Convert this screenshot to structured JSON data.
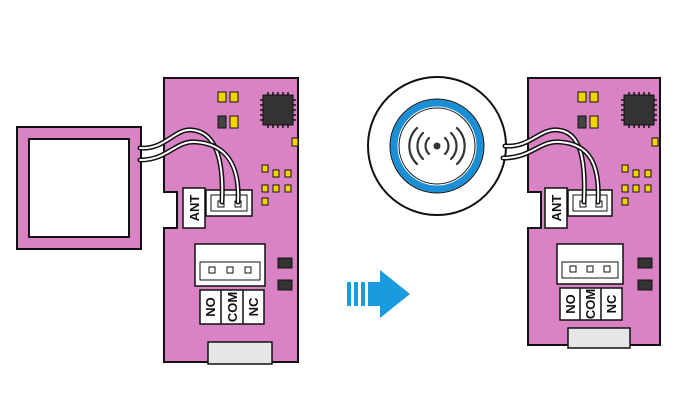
{
  "labels": {
    "ant_left": "ANT",
    "no_left": "NO",
    "com_left": "COM",
    "nc_left": "NC",
    "ant_right": "ANT",
    "no_right": "NO",
    "com_right": "COM",
    "nc_right": "NC"
  },
  "colors": {
    "board": "#d983c4",
    "outline": "#111111",
    "antenna_frame": "#d983c4",
    "tag_ring": "#1a8fd6",
    "arrow": "#1a9be0",
    "led": "#f2d400",
    "background": "#ffffff"
  },
  "icons": {
    "tag": "rfid-signal-icon",
    "arrow": "right-arrow-icon"
  }
}
